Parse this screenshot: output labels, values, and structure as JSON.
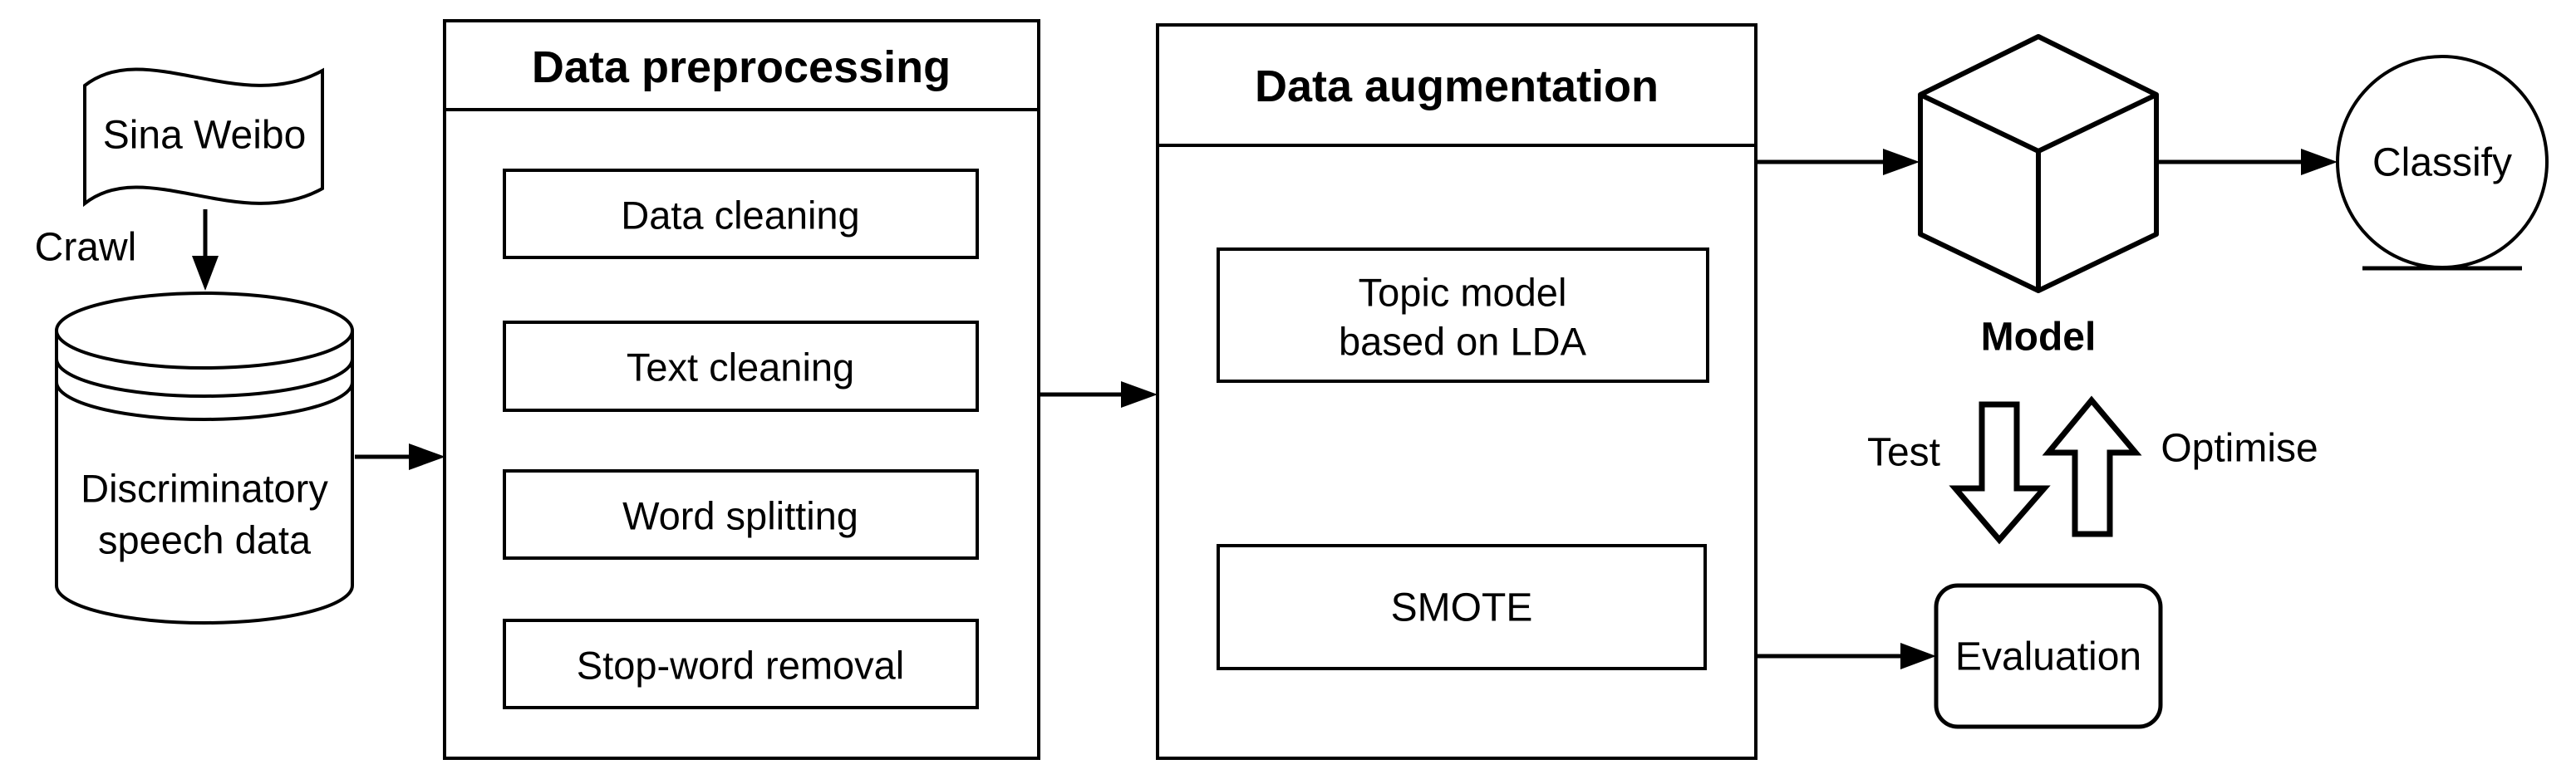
{
  "diagram": {
    "source": {
      "label": "Sina Weibo"
    },
    "crawl_label": "Crawl",
    "database": {
      "line1": "Discriminatory",
      "line2": "speech data"
    },
    "preprocessing": {
      "title": "Data preprocessing",
      "steps": [
        "Data cleaning",
        "Text cleaning",
        "Word splitting",
        "Stop-word removal"
      ]
    },
    "augmentation": {
      "title": "Data augmentation",
      "topic_model": {
        "line1": "Topic model",
        "line2": "based on LDA"
      },
      "smote_label": "SMOTE"
    },
    "model_label": "Model",
    "classify_label": "Classify",
    "test_label": "Test",
    "optimise_label": "Optimise",
    "evaluation_label": "Evaluation",
    "colors": {
      "stroke": "#000000",
      "background": "#ffffff"
    }
  }
}
